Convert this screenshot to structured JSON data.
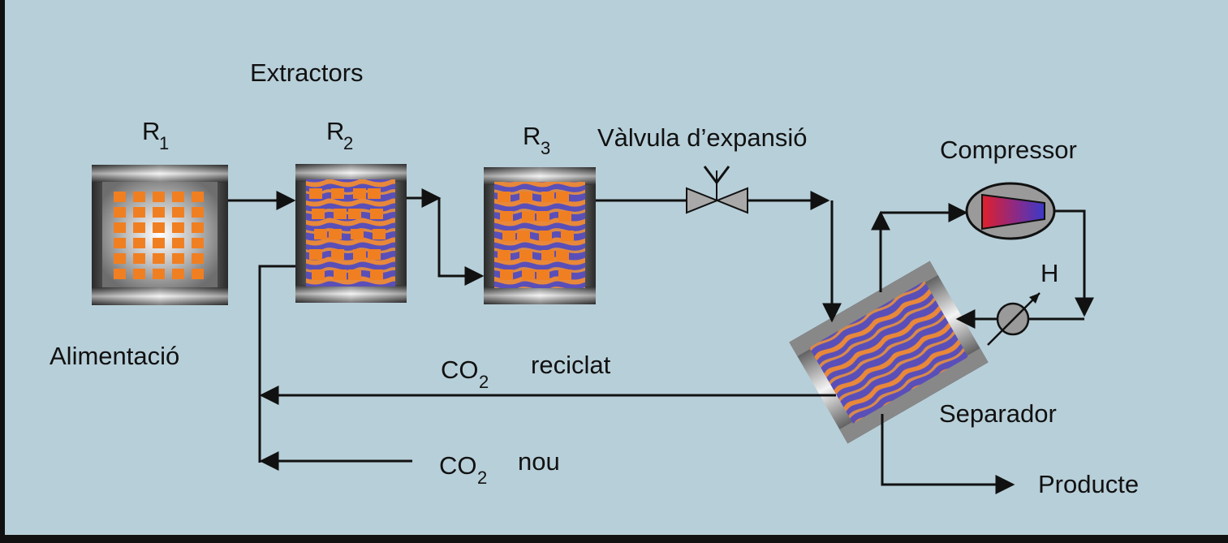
{
  "labels": {
    "extractors": "Extractors",
    "r1": {
      "main": "R",
      "sub": "1"
    },
    "r2": {
      "main": "R",
      "sub": "2"
    },
    "r3": {
      "main": "R",
      "sub": "3"
    },
    "valve": "Vàlvula d’expansió",
    "compressor": "Compressor",
    "heater": "H",
    "feed": "Alimentació",
    "recycle": {
      "formula": "CO",
      "sub": "2",
      "text": "reciclat"
    },
    "fresh": {
      "formula": "CO",
      "sub": "2",
      "text": "nou"
    },
    "separator": "Separador",
    "product": "Producte"
  },
  "colors": {
    "background": "#b7cfd9",
    "border": "#111111",
    "pellet": "#f07f22",
    "swirl_orange": "#e8883a",
    "swirl_blue": "#5a4fb8",
    "compressor_red": "#e0202a",
    "compressor_blue": "#3a3ac8",
    "line": "#111111"
  }
}
